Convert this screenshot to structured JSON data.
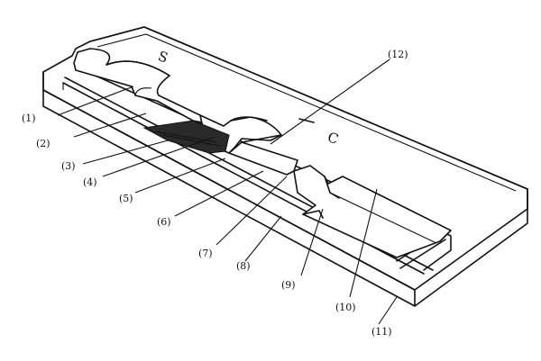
{
  "diagram": {
    "surface_marks": {
      "s_mark": "S",
      "c_mark": "C"
    },
    "labels": [
      {
        "id": "label-1",
        "text": "(1)"
      },
      {
        "id": "label-2",
        "text": "(2)"
      },
      {
        "id": "label-3",
        "text": "(3)"
      },
      {
        "id": "label-4",
        "text": "(4)"
      },
      {
        "id": "label-5",
        "text": "(5)"
      },
      {
        "id": "label-6",
        "text": "(6)"
      },
      {
        "id": "label-7",
        "text": "(7)"
      },
      {
        "id": "label-8",
        "text": "(8)"
      },
      {
        "id": "label-9",
        "text": "(9)"
      },
      {
        "id": "label-10",
        "text": "(10)"
      },
      {
        "id": "label-11",
        "text": "(11)"
      },
      {
        "id": "label-12",
        "text": "(12)"
      }
    ]
  },
  "colors": {
    "line": "#111111",
    "background": "#ffffff",
    "strip_shade": "#2a2a2a"
  }
}
